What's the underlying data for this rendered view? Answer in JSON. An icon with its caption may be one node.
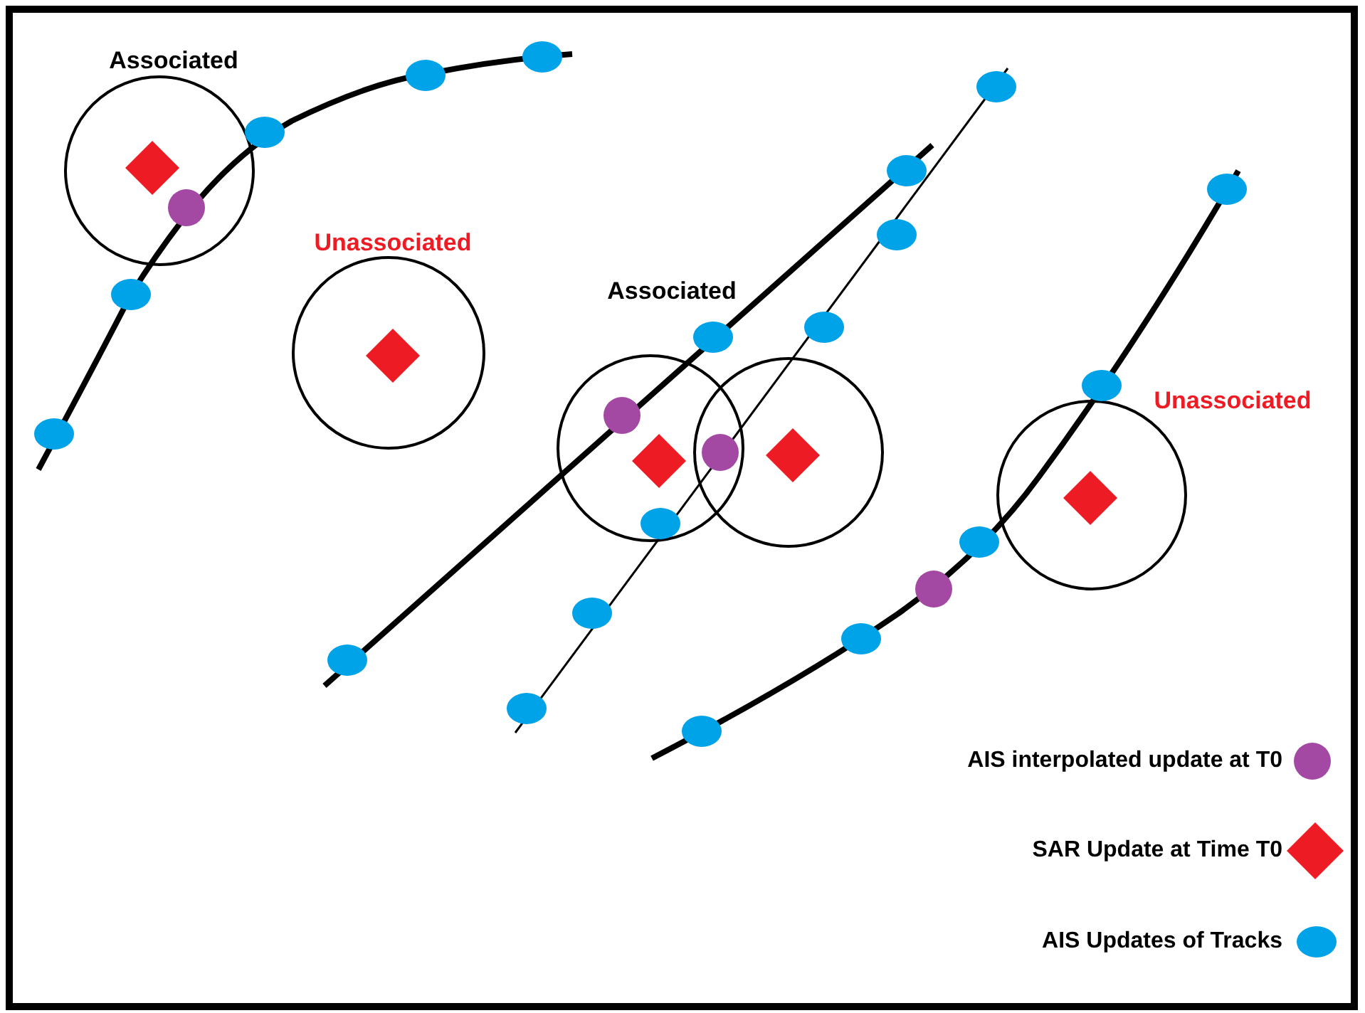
{
  "diagram": {
    "labels": [
      "Associated",
      "Unassociated",
      "Associated",
      "Unassociated"
    ],
    "legend": [
      {
        "text": "AIS interpolated update at T0",
        "color": "#a349a4"
      },
      {
        "text": "SAR Update at Time T0",
        "color": "#ed1c24"
      },
      {
        "text": "AIS Updates of Tracks",
        "color": "#00a2e8"
      }
    ]
  }
}
